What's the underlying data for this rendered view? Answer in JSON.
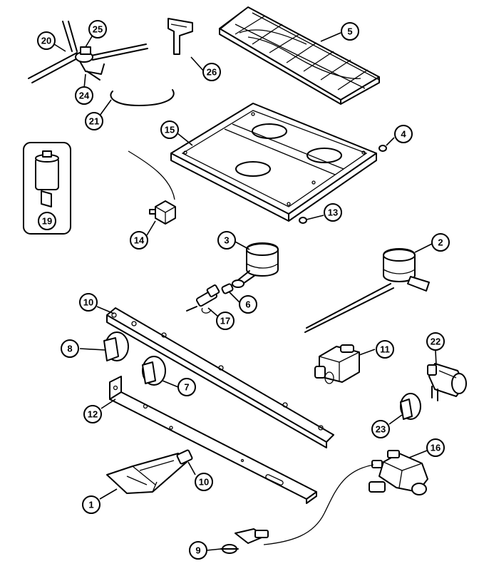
{
  "callouts": {
    "c20": "20",
    "c25": "25",
    "c24": "24",
    "c26": "26",
    "c5": "5",
    "c21": "21",
    "c15": "15",
    "c4": "4",
    "c19": "19",
    "c14": "14",
    "c13": "13",
    "c3": "3",
    "c2": "2",
    "c10a": "10",
    "c6": "6",
    "c17": "17",
    "c8": "8",
    "c7": "7",
    "c11": "11",
    "c22": "22",
    "c12": "12",
    "c23": "23",
    "c16": "16",
    "c10b": "10",
    "c1": "1",
    "c9": "9"
  }
}
